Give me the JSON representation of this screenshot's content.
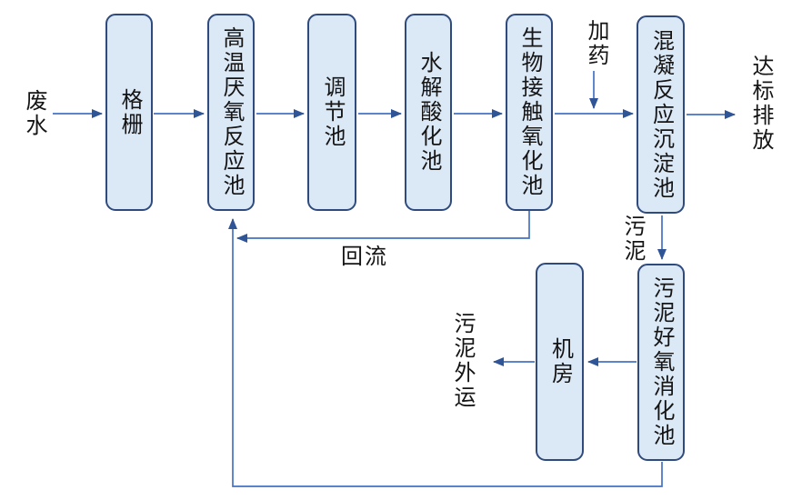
{
  "colors": {
    "background": "#ffffff",
    "box_fill": "#dbe8f6",
    "box_border": "#2f4a7d",
    "arrow": "#4472c4",
    "arrowhead": "#2f5597",
    "text": "#151515"
  },
  "boxes": [
    {
      "id": "grid-screen",
      "label": "格栅"
    },
    {
      "id": "anaerobic-reactor",
      "label": "高温厌氧反应池"
    },
    {
      "id": "regulating-tank",
      "label": "调节池"
    },
    {
      "id": "hydrolysis-acidification-tank",
      "label": "水解酸化池"
    },
    {
      "id": "bio-contact-oxidation-tank",
      "label": "生物接触氧化池"
    },
    {
      "id": "coagulation-sedimentation-tank",
      "label": "混凝反应沉淀池"
    },
    {
      "id": "machine-room",
      "label": "机房"
    },
    {
      "id": "sludge-aerobic-digestion-tank",
      "label": "污泥好氧消化池"
    }
  ],
  "labels": {
    "influent": "废水",
    "dosing": "加药",
    "discharge": "达标排放",
    "sludge": "污泥",
    "reflux": "回流",
    "sludge_out": "污泥外运"
  },
  "edges": [
    {
      "from": "废水",
      "to": "格栅"
    },
    {
      "from": "格栅",
      "to": "高温厌氧反应池"
    },
    {
      "from": "高温厌氧反应池",
      "to": "调节池"
    },
    {
      "from": "调节池",
      "to": "水解酸化池"
    },
    {
      "from": "水解酸化池",
      "to": "生物接触氧化池"
    },
    {
      "from": "生物接触氧化池",
      "to": "混凝反应沉淀池"
    },
    {
      "from": "加药",
      "to": "混凝反应沉淀池"
    },
    {
      "from": "混凝反应沉淀池",
      "to": "达标排放"
    },
    {
      "from": "混凝反应沉淀池",
      "to": "污泥好氧消化池",
      "label": "污泥"
    },
    {
      "from": "污泥好氧消化池",
      "to": "机房"
    },
    {
      "from": "机房",
      "to": "污泥外运"
    },
    {
      "from": "生物接触氧化池",
      "to": "高温厌氧反应池",
      "label": "回流"
    },
    {
      "from": "污泥好氧消化池",
      "to": "高温厌氧反应池"
    }
  ]
}
